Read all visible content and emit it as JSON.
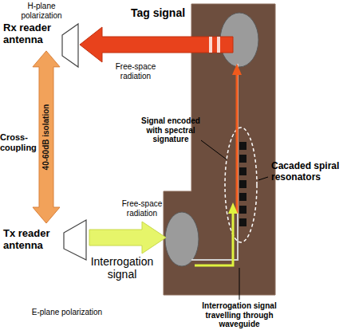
{
  "diagram": {
    "nodes": [
      {
        "text": [
          "Rx reader antenna"
        ]
      },
      {
        "text": [
          "Tx reader antenna"
        ]
      }
    ],
    "edges": [
      {
        "from": 0,
        "to": 1,
        "arrow": "both",
        "label": "40-60dB isolation"
      }
    ],
    "labels": [
      "H-plane polarization",
      "Tag signal",
      "Free-space radiation",
      "Signal encoded with spectral signature",
      "Cacaded spiral resonators",
      "Cross-coupling",
      "Free-space radiation",
      "Interrogation signal",
      "E-plane polarization",
      "Interrogation signal travelling through waveguide"
    ]
  }
}
